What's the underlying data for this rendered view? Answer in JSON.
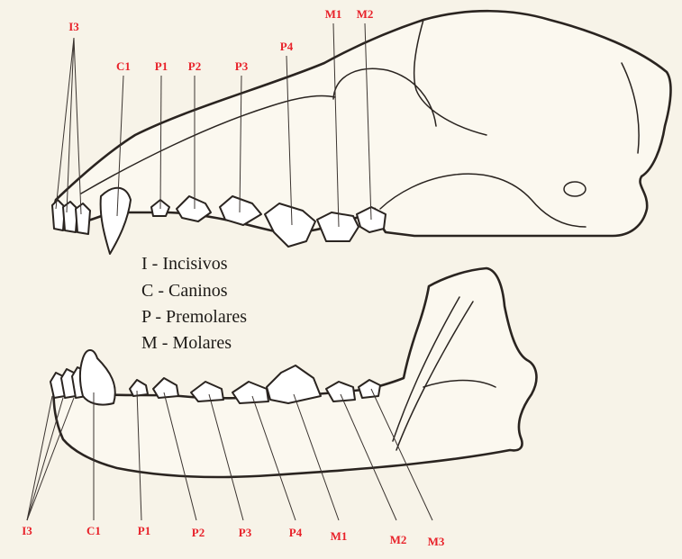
{
  "upper_labels": {
    "I3": "I3",
    "C1": "C1",
    "P1": "P1",
    "P2": "P2",
    "P3": "P3",
    "P4": "P4",
    "M1": "M1",
    "M2": "M2"
  },
  "lower_labels": {
    "I3": "I3",
    "C1": "C1",
    "P1": "P1",
    "P2": "P2",
    "P3": "P3",
    "P4": "P4",
    "M1": "M1",
    "M2": "M2",
    "M3": "M3"
  },
  "legend": {
    "line1": "I - Incisivos",
    "line2": "C - Caninos",
    "line3": "P - Premolares",
    "line4": "M - Molares"
  },
  "colors": {
    "label": "#e8222a",
    "ink": "#2a2420",
    "paper": "#f7f3e8"
  }
}
